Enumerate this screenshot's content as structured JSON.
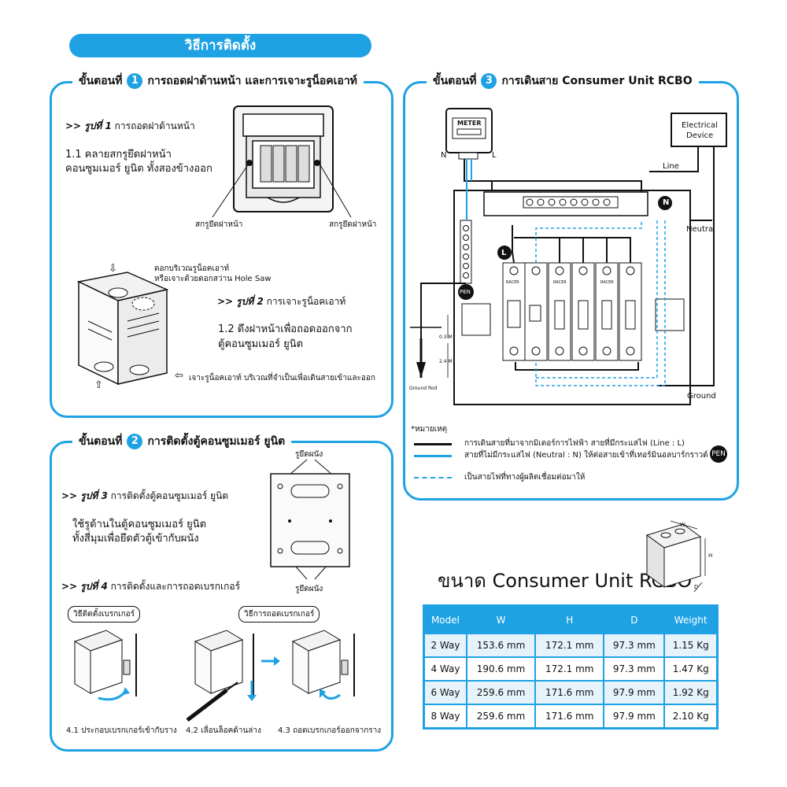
{
  "page_title": "วิธีการติดตั้ง",
  "step1": {
    "prefix": "ขั้นตอนที่",
    "number": "1",
    "title": "การถอดฝาด้านหน้า และการเจาะรูน็อคเอาท์",
    "fig1_label": ">> รูปที่  1",
    "fig1_text": "การถอดฝาด้านหน้า",
    "line_1_1a": "1.1  คลายสกรูยึดฝาหน้า",
    "line_1_1b": "คอนซูมเมอร์ ยูนิต ทั้งสองข้างออก",
    "screw_left": "สกรูยึดฝาหน้า",
    "screw_right": "สกรูยึดฝาหน้า",
    "knockout_note_a": "ดอกบริเวณรูน็อคเอาท์",
    "knockout_note_b": "หรือเจาะด้วยดอกสว่าน Hole Saw",
    "fig2_label": ">> รูปที่  2",
    "fig2_text": "การเจาะรูน็อคเอาท์",
    "line_1_2a": "1.2  ดึงฝาหน้าเพื่อถอดออกจาก",
    "line_1_2b": "ตู้คอนซูมเมอร์ ยูนิต",
    "knockout_caption": "เจาะรูน็อคเอาท์ บริเวณที่จำเป็นเพื่อเดินสายเข้าและออก"
  },
  "step2": {
    "prefix": "ขั้นตอนที่",
    "number": "2",
    "title": "การติดตั้งตู้คอนซูมเมอร์ ยูนิต",
    "fig3_label": ">> รูปที่  3",
    "fig3_text": "การติดตั้งตู้คอนซูมเมอร์ ยูนิต",
    "wall_a": "ใช้รูด้านในตู้คอนซูมเมอร์ ยูนิต",
    "wall_b": "ทั้งสี่มุมเพื่อยึดตัวตู้เข้ากับผนัง",
    "wall_top": "รูยึดผนัง",
    "wall_bottom": "รูยึดผนัง",
    "fig4_label": ">> รูปที่  4",
    "fig4_text": "การติดตั้งและการถอดเบรกเกอร์",
    "install_tag": "วิธีติดตั้งเบรกเกอร์",
    "remove_tag": "วิธีการถอดเบรกเกอร์",
    "cap_4_1": "4.1  ประกอบเบรกเกอร์เข้ากับราง",
    "cap_4_2": "4.2  เลื่อนล็อคด้านล่าง",
    "cap_4_3": "4.3  ถอดเบรกเกอร์ออกจากราง"
  },
  "step3": {
    "prefix": "ขั้นตอนที่",
    "number": "3",
    "title": "การเดินสาย Consumer Unit RCBO",
    "meter": "METER",
    "n": "N",
    "l": "L",
    "device_a": "Electrical",
    "device_b": "Device",
    "line": "Line",
    "neutral": "Neutral",
    "ground": "Ground",
    "n_badge": "N",
    "l_badge": "L",
    "pen_badge": "PEN",
    "dim_03": "0.3 M",
    "dim_24": "2.4 M",
    "ground_rod": "Ground Rod",
    "brand": "RACER",
    "note_title": "*หมายเหตุ",
    "legend_black": "การเดินสายที่มาจากมิเตอร์การไฟฟ้า สายที่มีกระแสไฟ (Line : L)",
    "legend_blue": "สายที่ไม่มีกระแสไฟ (Neutral : N) ให้ต่อสายเข้าที่เทอร์มินอลบาร์กราวด์",
    "legend_dashed": "เป็นสายไฟที่ทางผู้ผลิตเชื่อมต่อมาให้"
  },
  "size_section": {
    "title": "ขนาด Consumer Unit RCBO",
    "dim_w": "W",
    "dim_h": "H",
    "dim_d": "D"
  },
  "spec_table": {
    "headers": [
      "Model",
      "W",
      "H",
      "D",
      "Weight"
    ],
    "rows": [
      [
        "2 Way",
        "153.6 mm",
        "172.1 mm",
        "97.3 mm",
        "1.15 Kg"
      ],
      [
        "4 Way",
        "190.6 mm",
        "172.1 mm",
        "97.3 mm",
        "1.47 Kg"
      ],
      [
        "6 Way",
        "259.6 mm",
        "171.6 mm",
        "97.9 mm",
        "1.92 Kg"
      ],
      [
        "8 Way",
        "259.6 mm",
        "171.6 mm",
        "97.9 mm",
        "2.10 Kg"
      ]
    ]
  },
  "colors": {
    "accent": "#1fa2e3",
    "line": "#111111",
    "neutral_wire": "#1fa2e3"
  }
}
